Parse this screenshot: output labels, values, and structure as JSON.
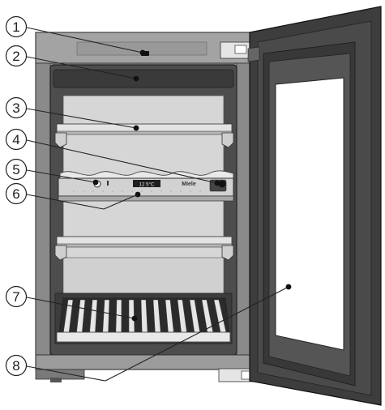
{
  "callouts": [
    {
      "id": 1,
      "label": "1"
    },
    {
      "id": 2,
      "label": "2"
    },
    {
      "id": 3,
      "label": "3"
    },
    {
      "id": 4,
      "label": "4"
    },
    {
      "id": 5,
      "label": "5"
    },
    {
      "id": 6,
      "label": "6"
    },
    {
      "id": 7,
      "label": "7"
    },
    {
      "id": 8,
      "label": "8"
    }
  ],
  "control_panel": {
    "brand": "Miele",
    "display": "12 5°C"
  },
  "colors": {
    "cabinet_frame": "#8c8c8c",
    "interior_back": "#d9d9d9",
    "door_frame": "#4a4a4a",
    "shelf": "#c8c8c8",
    "glass": "#ffffff"
  }
}
